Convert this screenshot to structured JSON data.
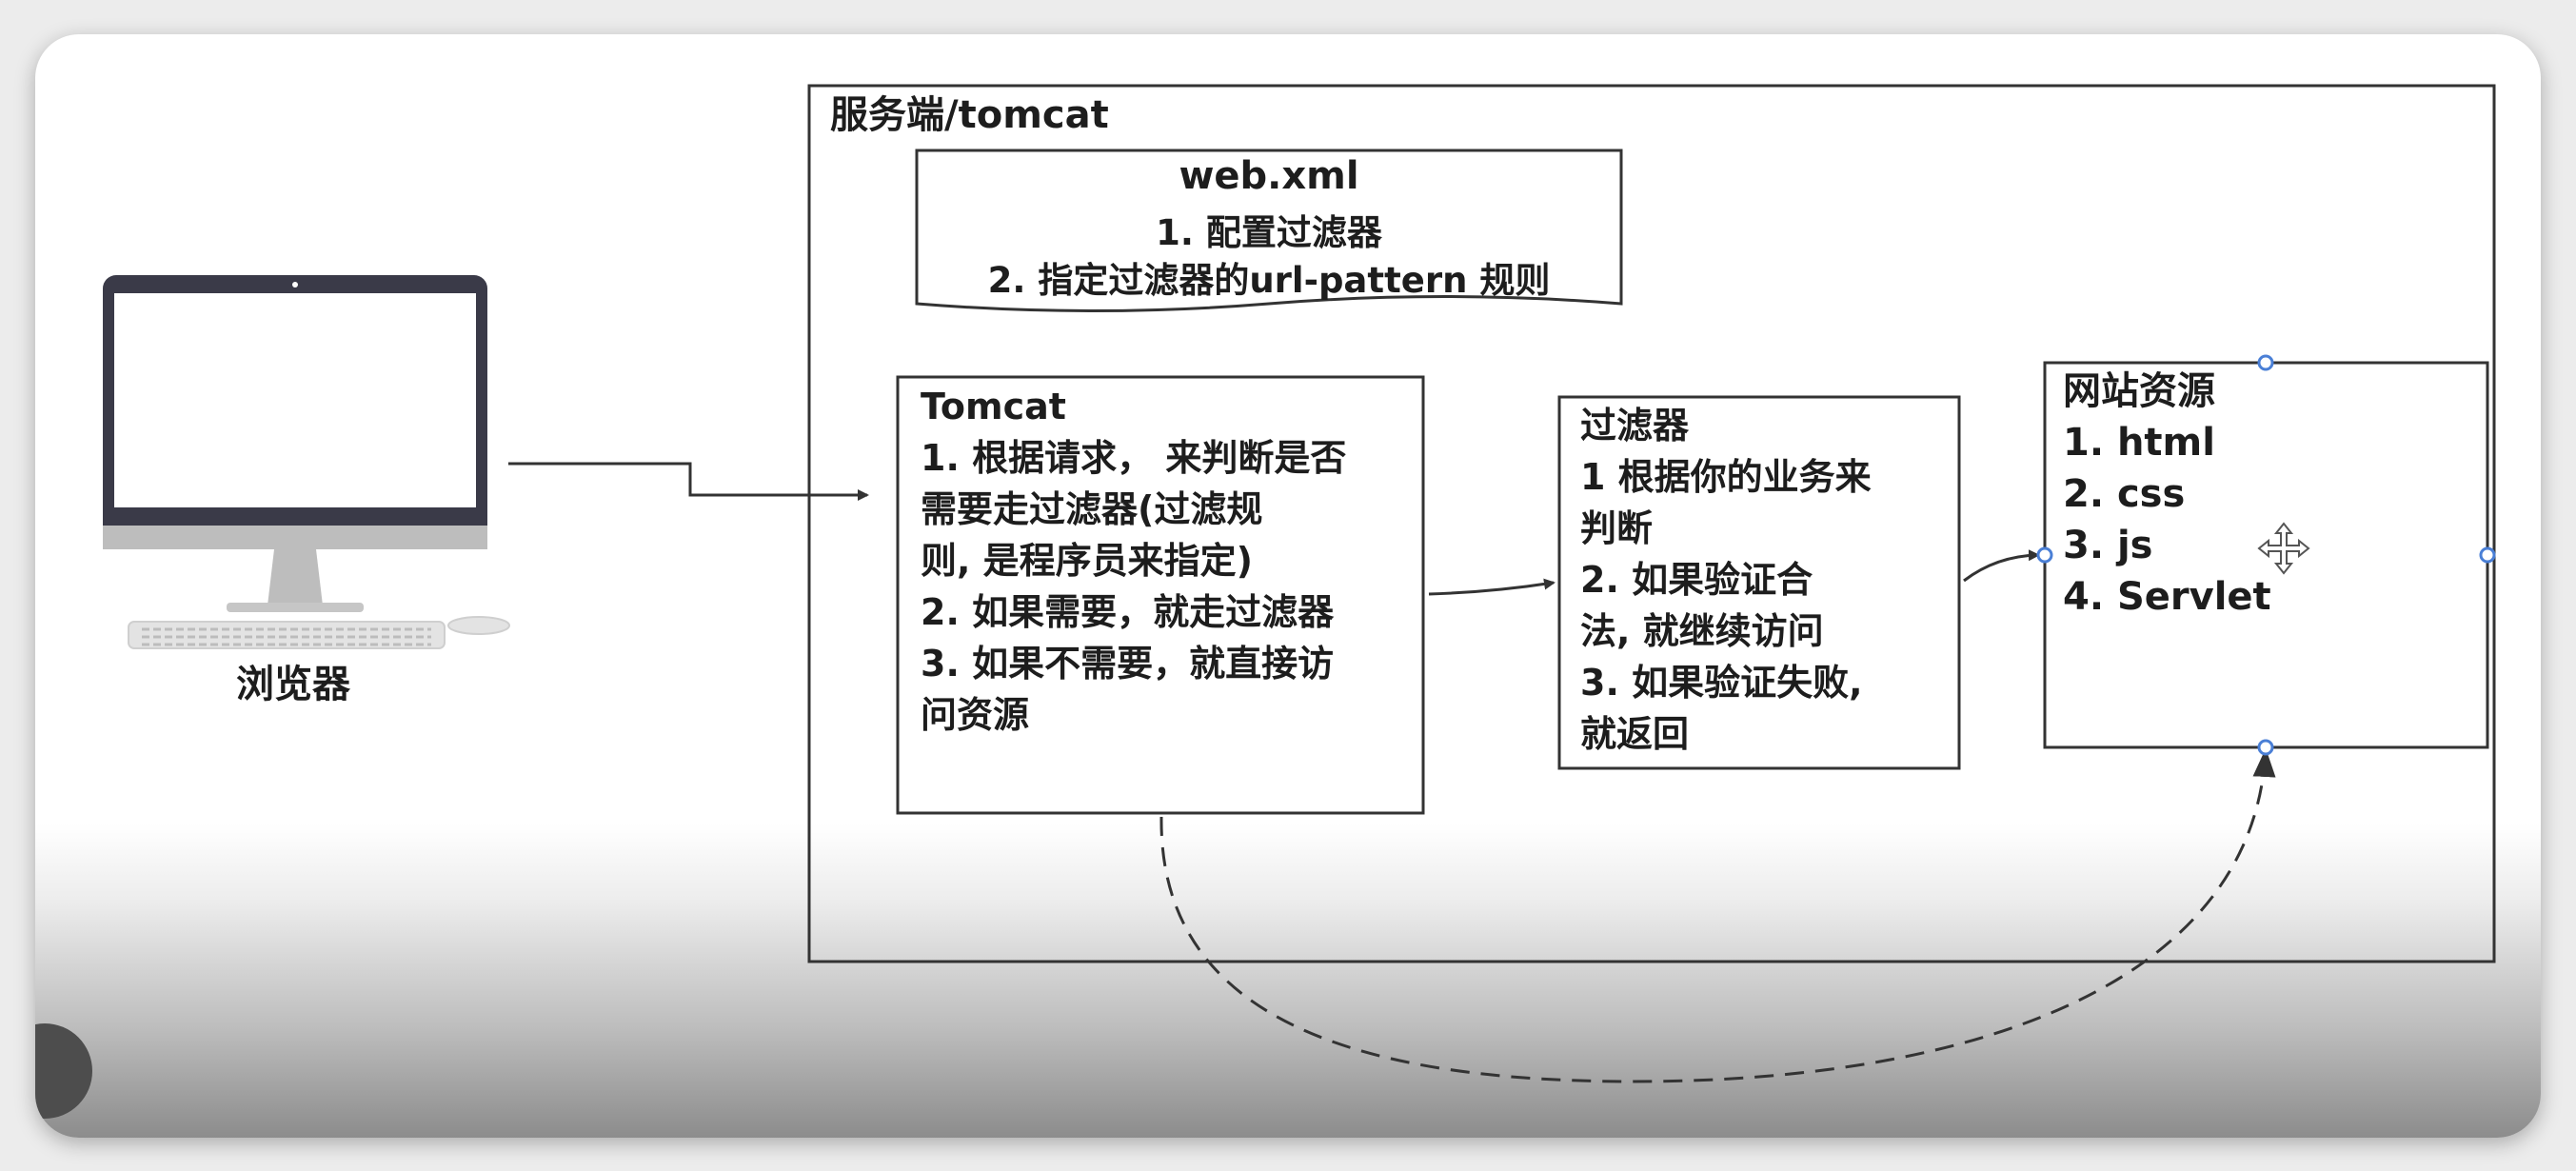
{
  "server": {
    "title": "服务端/tomcat"
  },
  "webxml": {
    "title": "web.xml",
    "line1": "1. 配置过滤器",
    "line2": "2. 指定过滤器的url-pattern 规则"
  },
  "browser": {
    "label": "浏览器"
  },
  "tomcat_box": {
    "lines": [
      "Tomcat",
      "1. 根据请求， 来判断是否",
      "需要走过滤器(过滤规",
      "则, 是程序员来指定)",
      "2. 如果需要，就走过滤器",
      "3. 如果不需要，就直接访",
      "问资源"
    ]
  },
  "filter_box": {
    "lines": [
      "过滤器",
      "1 根据你的业务来",
      "判断",
      "2. 如果验证合",
      "法, 就继续访问",
      "3. 如果验证失败,",
      "就返回"
    ]
  },
  "resources_box": {
    "lines": [
      "网站资源",
      "1. html",
      "2. css",
      "3. js",
      "4. Servlet"
    ]
  },
  "colors": {
    "stroke": "#333333",
    "handle": "#4a7fd6",
    "text": "#1d1d1d"
  },
  "icons": [
    "monitor-icon",
    "keyboard-icon",
    "mouse-icon",
    "move-cursor-icon"
  ]
}
